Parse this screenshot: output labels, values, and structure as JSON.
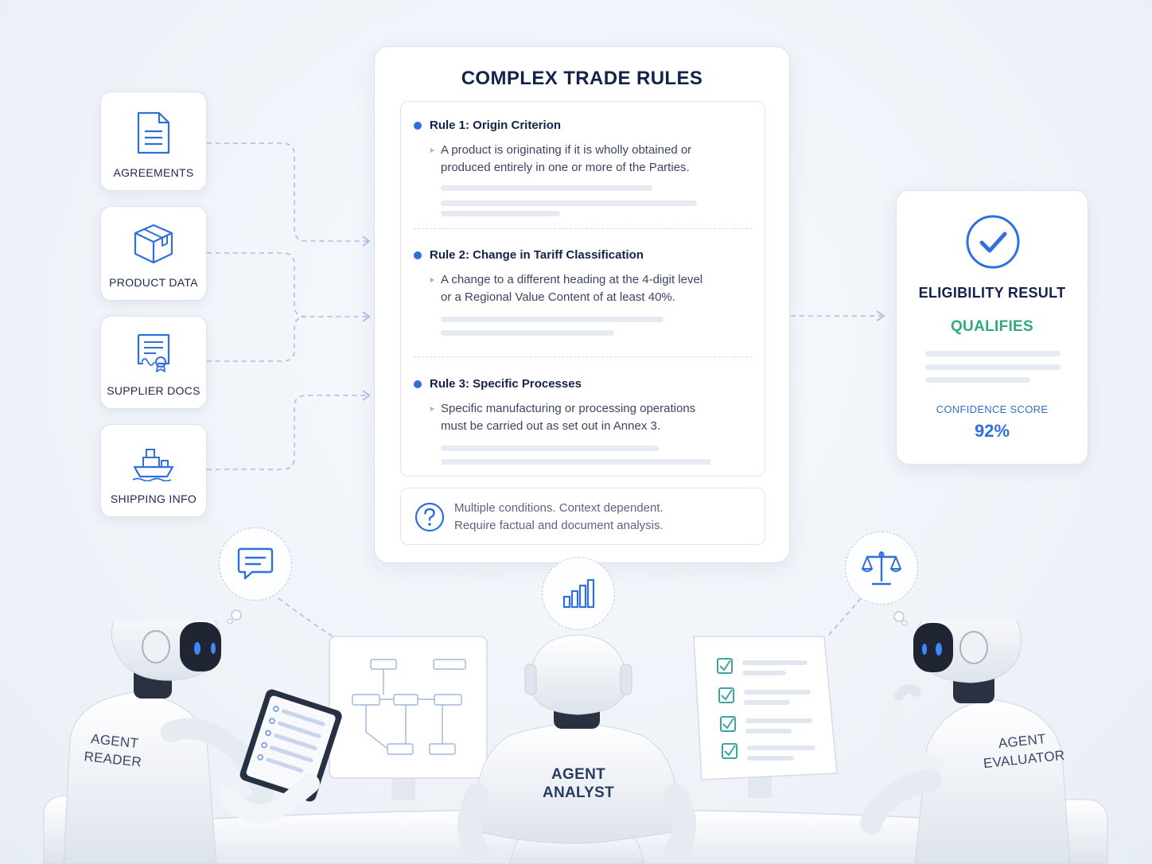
{
  "inputs": [
    {
      "label": "AGREEMENTS",
      "icon": "document-icon"
    },
    {
      "label": "PRODUCT DATA",
      "icon": "package-icon"
    },
    {
      "label": "SUPPLIER DOCS",
      "icon": "certificate-icon"
    },
    {
      "label": "SHIPPING INFO",
      "icon": "ship-icon"
    }
  ],
  "rules_panel": {
    "title": "COMPLEX TRADE RULES",
    "rules": [
      {
        "title": "Rule 1: Origin Criterion",
        "line1": "A product is originating if it is wholly obtained or",
        "line2": "produced entirely in one or more of the Parties."
      },
      {
        "title": "Rule 2: Change in Tariff Classification",
        "line1": "A change to a different heading at the 4-digit level",
        "line2": "or a Regional Value Content of at least 40%."
      },
      {
        "title": "Rule 3: Specific Processes",
        "line1": "Specific manufacturing or processing operations",
        "line2": "must be carried out as set out in Annex 3."
      }
    ],
    "note": {
      "line1": "Multiple conditions. Context dependent.",
      "line2": "Require factual and document analysis.",
      "icon": "question-icon"
    }
  },
  "result": {
    "title": "ELIGIBILITY RESULT",
    "status": "QUALIFIES",
    "confidence_label": "CONFIDENCE SCORE",
    "confidence_value": "92%",
    "icon": "checkmark-icon"
  },
  "agents": [
    {
      "line1": "AGENT",
      "line2": "READER",
      "bubble_icon": "chat-icon"
    },
    {
      "line1": "AGENT",
      "line2": "ANALYST",
      "bubble_icon": "bar-chart-icon"
    },
    {
      "line1": "AGENT",
      "line2": "EVALUATOR",
      "bubble_icon": "scales-icon"
    }
  ],
  "colors": {
    "accent": "#2f6fdf",
    "success": "#2eaa7e",
    "navy": "#13234a",
    "connector": "#a9bfdf"
  }
}
